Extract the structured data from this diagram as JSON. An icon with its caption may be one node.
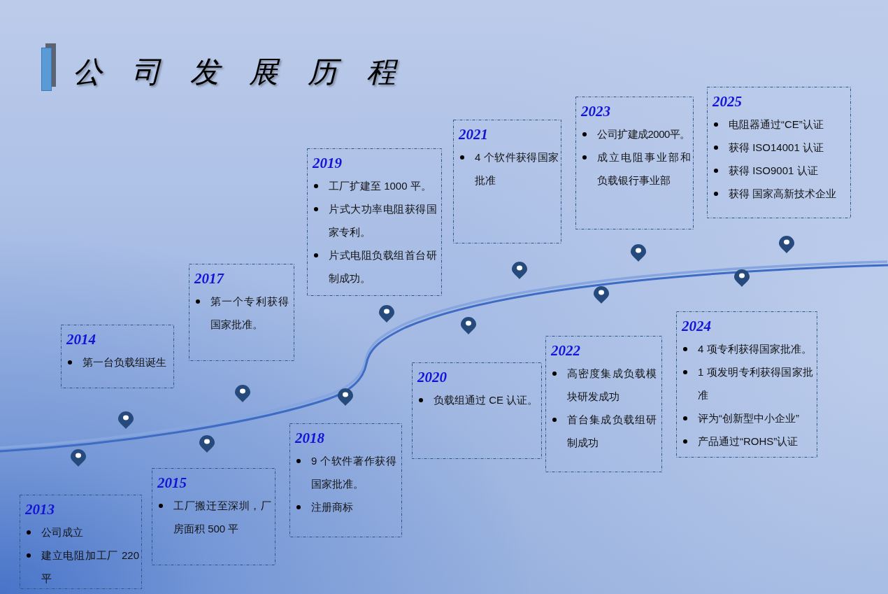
{
  "diagram": {
    "title": "公司发展历程",
    "nodes": [
      {
        "text": [
          "2013",
          "公司成立",
          "建立电阻加工厂 220 平"
        ]
      },
      {
        "text": [
          "2014",
          "第一台负载组诞生"
        ]
      },
      {
        "text": [
          "2015",
          "工厂搬迁至深圳，厂房面积 500 平"
        ]
      },
      {
        "text": [
          "2017",
          "第一个专利获得国家批准。"
        ]
      },
      {
        "text": [
          "2018",
          "9 个软件著作获得国家批准。",
          "注册商标"
        ]
      },
      {
        "text": [
          "2019",
          "工厂扩建至 1000 平。",
          "片式大功率电阻获得国家专利。",
          "片式电阻负载组首台研制成功。"
        ]
      },
      {
        "text": [
          "2020",
          "负载组通过 CE 认证。"
        ]
      },
      {
        "text": [
          "2021",
          "4 个软件获得国家批准"
        ]
      },
      {
        "text": [
          "2022",
          "高密度集成负载模块研发成功",
          "首台集成负载组研制成功"
        ]
      },
      {
        "text": [
          "2023",
          "公司扩建成2000平。",
          "成立电阻事业部和负载银行事业部"
        ]
      },
      {
        "text": [
          "2024",
          "4 项专利获得国家批准。",
          "1 项发明专利获得国家批准",
          "评为“创新型中小企业”",
          "产品通过“ROHS”认证"
        ]
      },
      {
        "text": [
          "2025",
          "电阻器通过“CE”认证",
          "获得 ISO14001 认证",
          "获得 ISO9001 认证",
          "获得 国家高新技术企业"
        ]
      }
    ]
  }
}
